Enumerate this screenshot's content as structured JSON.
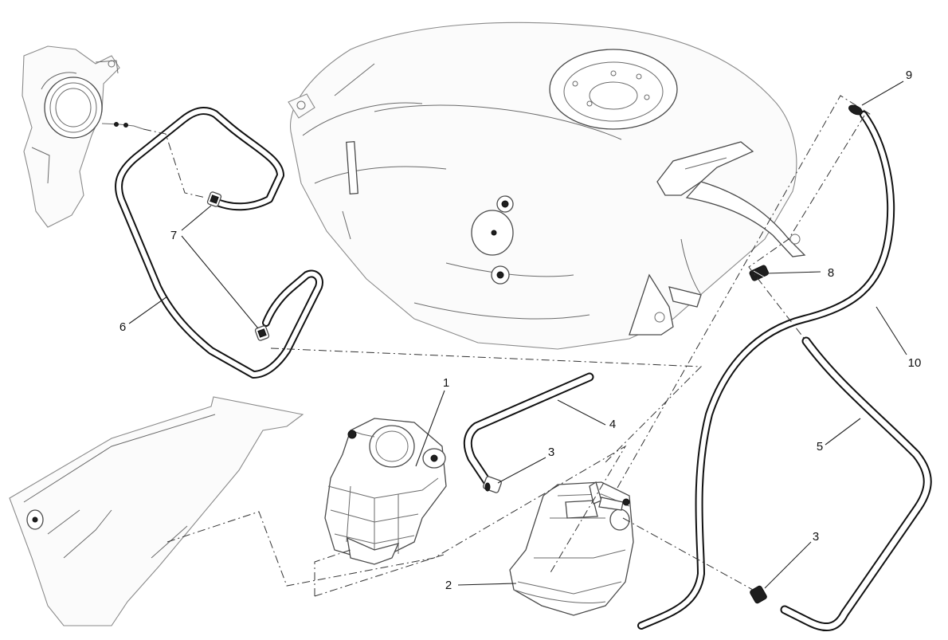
{
  "callouts": [
    {
      "id": "1",
      "text": "1"
    },
    {
      "id": "2",
      "text": "2"
    },
    {
      "id": "3a",
      "text": "3"
    },
    {
      "id": "3b",
      "text": "3"
    },
    {
      "id": "4",
      "text": "4"
    },
    {
      "id": "5",
      "text": "5"
    },
    {
      "id": "6",
      "text": "6"
    },
    {
      "id": "7",
      "text": "7"
    },
    {
      "id": "8",
      "text": "8"
    },
    {
      "id": "9",
      "text": "9"
    },
    {
      "id": "10",
      "text": "10"
    }
  ],
  "colors": {
    "line": "#111111",
    "outline": "#4a4a4a",
    "background": "#ffffff"
  }
}
